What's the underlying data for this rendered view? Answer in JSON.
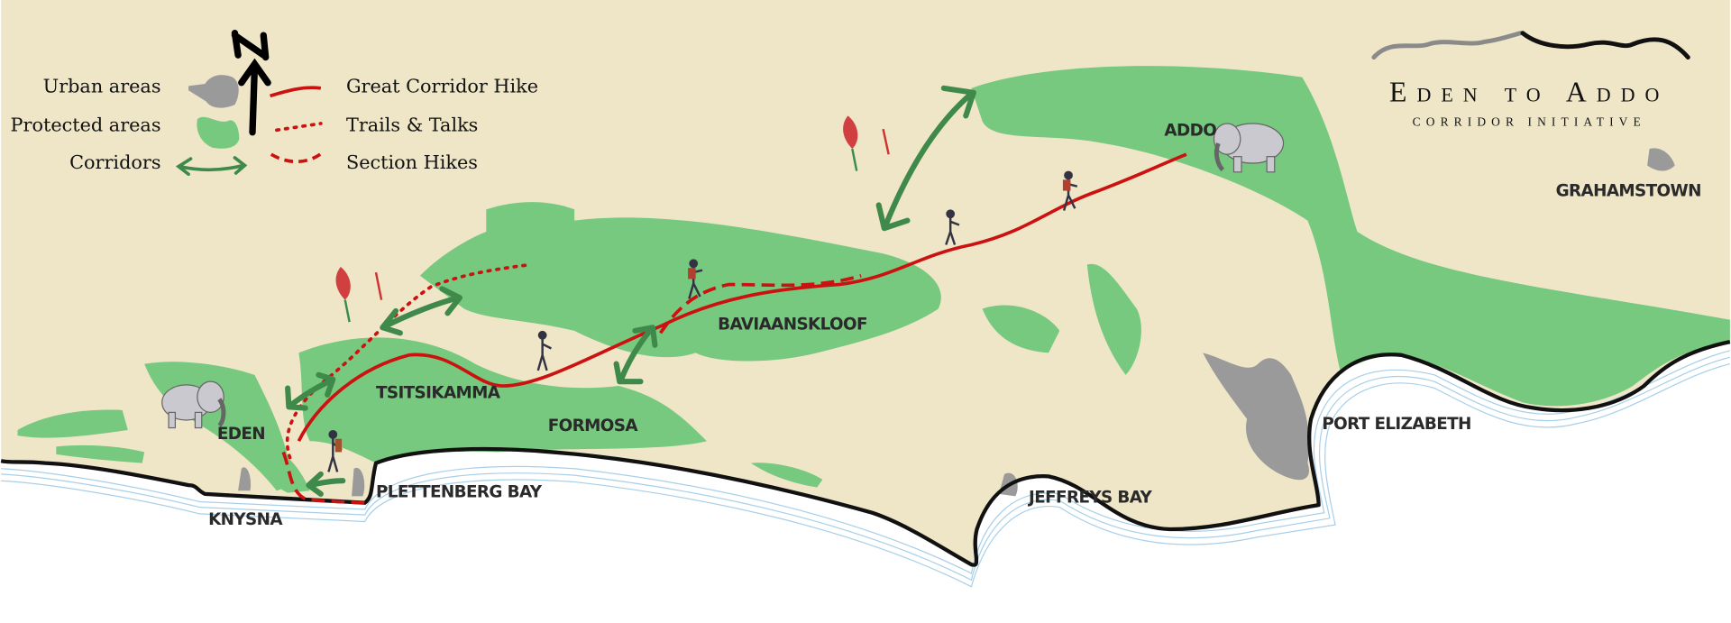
{
  "colors": {
    "land": "#efe6c8",
    "protected": "#76c97e",
    "urban": "#9a9a9a",
    "route": "#cc1111",
    "corridor": "#3f8a4a",
    "coast": "#111111",
    "sea_lines": "#a8cfe8"
  },
  "legend": {
    "urban": "Urban areas",
    "protected": "Protected areas",
    "corridors": "Corridors",
    "great_hike": "Great Corridor Hike",
    "trails": "Trails & Talks",
    "section": "Section Hikes",
    "north_label": "N"
  },
  "logo": {
    "title": "Eden to Addo",
    "subtitle": "CORRIDOR INITIATIVE"
  },
  "places": {
    "addo": "ADDO",
    "grahamstown": "GRAHAMSTOWN",
    "baviaanskloof": "BAVIAANSKLOOF",
    "tsitsikamma": "TSITSIKAMMA",
    "formosa": "FORMOSA",
    "eden": "EDEN",
    "knysna": "KNYSNA",
    "plettenberg": "PLETTENBERG BAY",
    "jeffreys": "JEFFREYS BAY",
    "port_elizabeth": "PORT ELIZABETH"
  },
  "icons": [
    "north-arrow-icon",
    "elephant-icon",
    "hiker-icon",
    "protea-flower-icon",
    "corridor-arrow-icon"
  ]
}
